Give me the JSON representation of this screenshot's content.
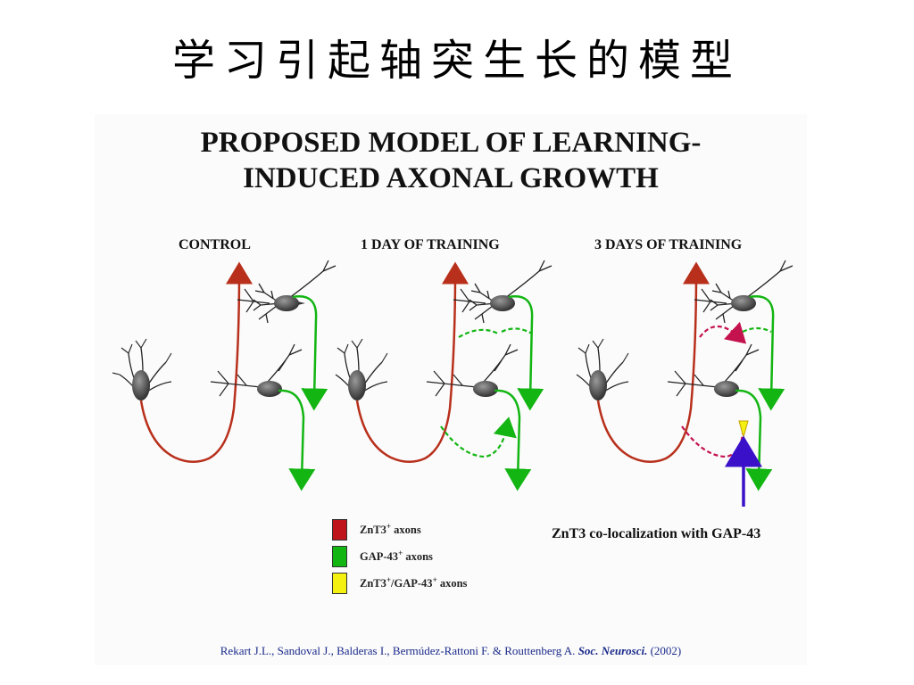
{
  "slide": {
    "title": "学习引起轴突生长的模型"
  },
  "figure": {
    "title_line1": "PROPOSED MODEL OF LEARNING-",
    "title_line2": "INDUCED AXONAL GROWTH",
    "columns": [
      "CONTROL",
      "1 DAY OF TRAINING",
      "3 DAYS OF TRAINING"
    ],
    "legend": [
      {
        "label": "ZnT3",
        "sup": "+",
        "suffix": " axons",
        "color": "#c0141c"
      },
      {
        "label": "GAP-43",
        "sup": "+",
        "suffix": " axons",
        "color": "#12b512"
      },
      {
        "label": "ZnT3",
        "sup": "+",
        "mid": "/GAP-43",
        "sup2": "+",
        "suffix": " axons",
        "color": "#f4f00f"
      }
    ],
    "annotation": "ZnT3 co-localization with GAP-43",
    "citation": {
      "authors": "Rekart J.L., Sandoval J., Balderas I., Bermúdez-Rattoni F. & Routtenberg A.",
      "journal": "Soc. Neurosci.",
      "year": "(2002)"
    }
  },
  "colors": {
    "znt3_axon": "#b8301c",
    "znt3_dashed": "#c4124e",
    "gap43_axon": "#12b512",
    "cell_body": "#3c3c3c",
    "arrow": "#3a10c8"
  }
}
